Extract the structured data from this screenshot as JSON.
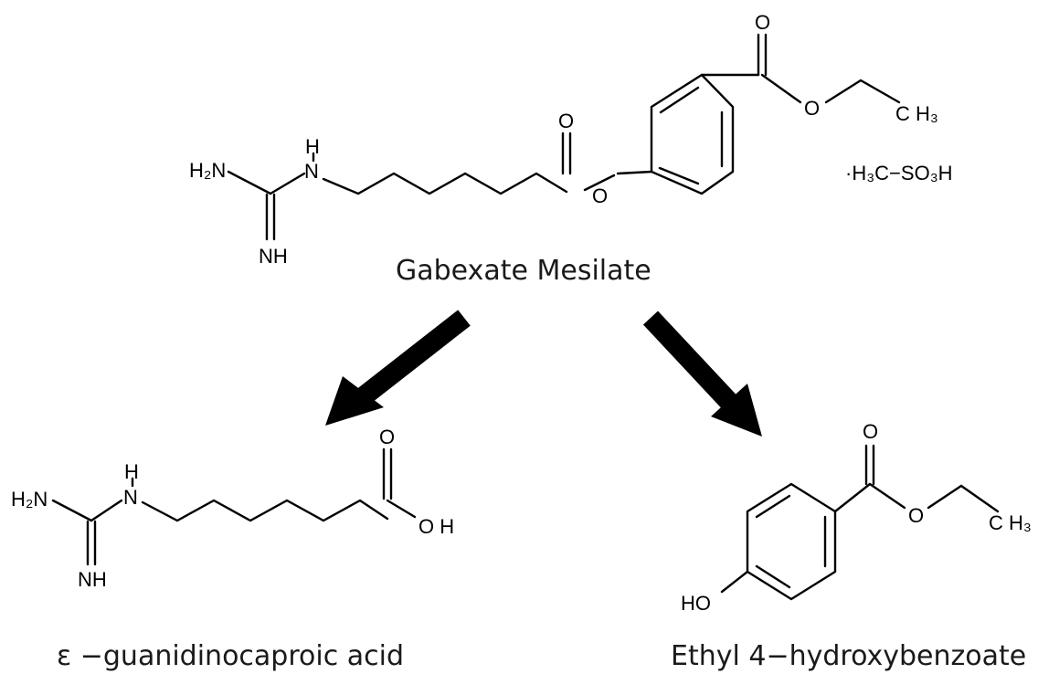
{
  "molecules": {
    "gabexate": {
      "caption": "Gabexate Mesilate",
      "labels": {
        "h2n": "H₂N",
        "h": "H",
        "n": "N",
        "nh": "NH",
        "o_carbonyl": "O",
        "o_ester": "O",
        "o_carbonyl2": "O",
        "o_ether": "O",
        "ch3": "C H₃",
        "salt": "·H₃C−SO₃H"
      }
    },
    "guanidinocaproic": {
      "caption": "ε −guanidinocaproic acid",
      "labels": {
        "h2n": "H₂N",
        "h": "H",
        "n": "N",
        "nh": "NH",
        "o": "O",
        "oh": "O H"
      }
    },
    "ethyl_hydroxybenzoate": {
      "caption": "Ethyl 4−hydroxybenzoate",
      "labels": {
        "ho": "HO",
        "o_carbonyl": "O",
        "o_ether": "O",
        "ch3": "C H₃"
      }
    }
  }
}
